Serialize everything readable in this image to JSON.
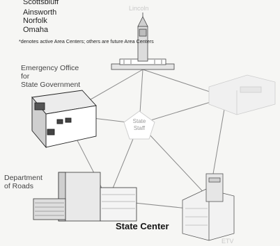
{
  "area_centers": [
    "Scottsbluff",
    "Ainsworth",
    "Norfolk",
    "Omaha"
  ],
  "footnote": "*denotes active Area Centers; others are future Area Centers",
  "hub": {
    "line1": "State",
    "line2": "Staff"
  },
  "nodes": {
    "lincoln": "Lincoln",
    "emergency": {
      "line1": "Emergency Office",
      "line2": "for",
      "line3": "State Government"
    },
    "roads": {
      "line1": "Department",
      "line2": "of Roads"
    },
    "state_center": "State Center",
    "etv": "ETV"
  }
}
